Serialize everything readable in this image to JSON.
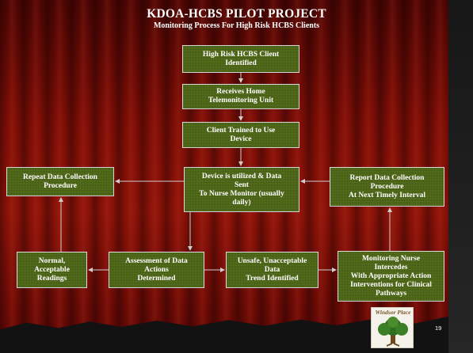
{
  "slide": {
    "title": "KDOA-HCBS PILOT PROJECT",
    "subtitle": "Monitoring Process For High Risk HCBS Clients",
    "page_number": "19",
    "logo_text": "Windsor Place"
  },
  "colors": {
    "background": "#7b0d06",
    "box_fill": "#4e6a12",
    "box_border": "#d8d8d8",
    "text": "#ffffff",
    "arrow": "#cfcfcf"
  },
  "flow": {
    "identified": "High Risk HCBS Client\nIdentified",
    "receives": "Receives Home\nTelemonitoring Unit",
    "trained": "Client Trained to Use\nDevice",
    "device": "Device is utilized & Data\nSent\nTo Nurse Monitor (usually\ndaily)",
    "repeat": "Repeat Data Collection\nProcedure",
    "report": "Report Data Collection\nProcedure\nAt Next Timely Interval",
    "normal": "Normal,\nAcceptable\nReadings",
    "assessment": "Assessment of Data\nActions\nDetermined",
    "unsafe": "Unsafe, Unacceptable\nData\nTrend Identified",
    "intercedes": "Monitoring Nurse\nIntercedes\nWith Appropriate Action\nInterventions for Clinical\nPathways"
  }
}
